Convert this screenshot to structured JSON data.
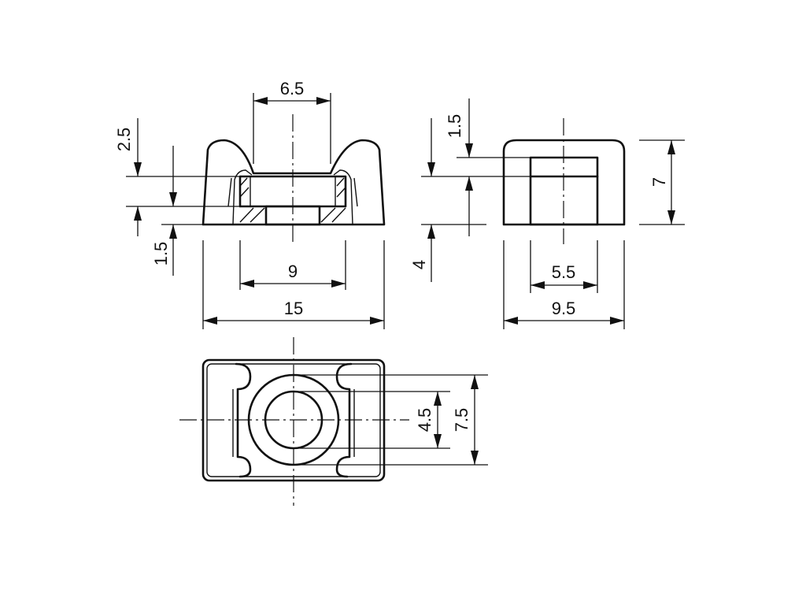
{
  "dimensions": {
    "front_top_opening": "6.5",
    "front_upper_height": "2.5",
    "front_lower_height": "1.5",
    "front_inner_width": "9",
    "front_overall_width": "15",
    "side_top_height": "1.5",
    "side_base_height": "4",
    "side_total_height": "7",
    "side_inner_width": "5.5",
    "side_overall_width": "9.5",
    "top_hole_diameter": "4.5",
    "top_ring_diameter": "7.5"
  }
}
